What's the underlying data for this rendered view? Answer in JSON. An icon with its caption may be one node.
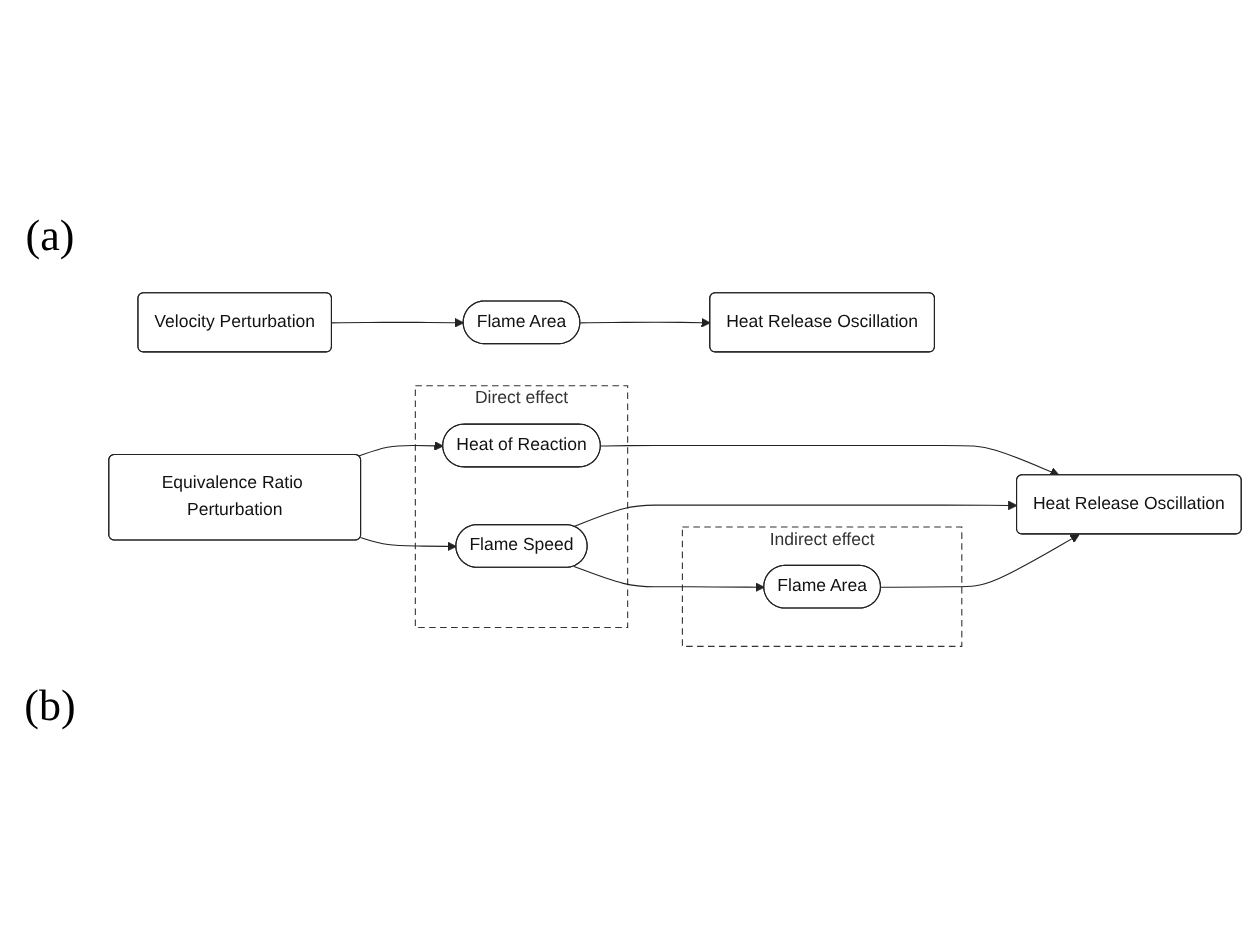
{
  "diagram": {
    "nodes": [
      {
        "text": [
          "Velocity Perturbation"
        ]
      },
      {
        "text": [
          "Flame Area"
        ]
      },
      {
        "text": [
          "Heat Release Oscillation"
        ]
      },
      {
        "text": [
          "Direct effect"
        ]
      },
      {
        "text": [
          "Heat of Reaction"
        ],
        "in": 3
      },
      {
        "text": [
          "Flame Speed"
        ],
        "in": 3
      },
      {
        "text": [
          "Indirect effect"
        ]
      },
      {
        "text": [
          "Flame Area"
        ],
        "in": 6
      },
      {
        "text": [
          "Equivalence Ratio Perturbation"
        ]
      },
      {
        "text": [
          "Heat Release Oscillation"
        ]
      }
    ],
    "edges": [
      {
        "from": 0,
        "to": 1,
        "arrow": "to"
      },
      {
        "from": 1,
        "to": 2,
        "arrow": "to"
      },
      {
        "from": 8,
        "to": 4,
        "arrow": "to"
      },
      {
        "from": 8,
        "to": 5,
        "arrow": "to"
      },
      {
        "from": 4,
        "to": 9,
        "arrow": "to"
      },
      {
        "from": 5,
        "to": 9,
        "arrow": "to"
      },
      {
        "from": 5,
        "to": 7,
        "arrow": "to"
      },
      {
        "from": 7,
        "to": 9,
        "arrow": "to"
      }
    ],
    "labels": [
      "(a)",
      "(b)"
    ]
  }
}
